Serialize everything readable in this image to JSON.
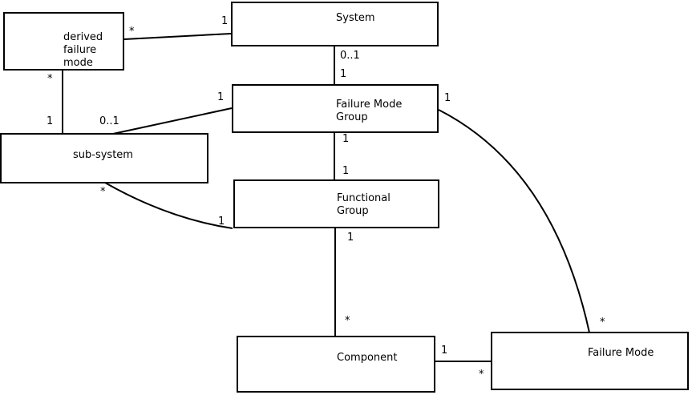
{
  "diagram": {
    "type": "uml-class-diagram",
    "colors": {
      "background": "#ffffff",
      "line": "#000000",
      "text": "#000000",
      "box_fill": "#ffffff"
    },
    "boxes": [
      {
        "id": "derived-failure-mode",
        "lines": [
          "derived",
          "failure",
          "mode"
        ]
      },
      {
        "id": "system",
        "lines": [
          "System"
        ]
      },
      {
        "id": "failure-mode-group",
        "lines": [
          "Failure Mode",
          "Group"
        ]
      },
      {
        "id": "sub-system",
        "lines": [
          "sub-system"
        ]
      },
      {
        "id": "functional-group",
        "lines": [
          "Functional",
          "Group"
        ]
      },
      {
        "id": "component",
        "lines": [
          "Component"
        ]
      },
      {
        "id": "failure-mode",
        "lines": [
          "Failure Mode"
        ]
      }
    ],
    "edges": [
      {
        "from": "derived-failure-mode",
        "to": "system",
        "from_mult": "*",
        "to_mult": "1"
      },
      {
        "from": "derived-failure-mode",
        "to": "sub-system",
        "from_mult": "*",
        "to_mult": "1"
      },
      {
        "from": "system",
        "to": "failure-mode-group",
        "from_mult": "0..1",
        "to_mult": "1"
      },
      {
        "from": "failure-mode-group",
        "to": "sub-system",
        "from_mult": "1",
        "to_mult": "0..1"
      },
      {
        "from": "failure-mode-group",
        "to": "functional-group",
        "from_mult": "1",
        "to_mult": "1"
      },
      {
        "from": "sub-system",
        "to": "functional-group",
        "from_mult": "*",
        "to_mult": "1"
      },
      {
        "from": "functional-group",
        "to": "component",
        "from_mult": "1",
        "to_mult": "*"
      },
      {
        "from": "component",
        "to": "failure-mode",
        "from_mult": "1",
        "to_mult": "*"
      },
      {
        "from": "failure-mode-group",
        "to": "failure-mode",
        "from_mult": "1",
        "to_mult": "*"
      }
    ]
  }
}
